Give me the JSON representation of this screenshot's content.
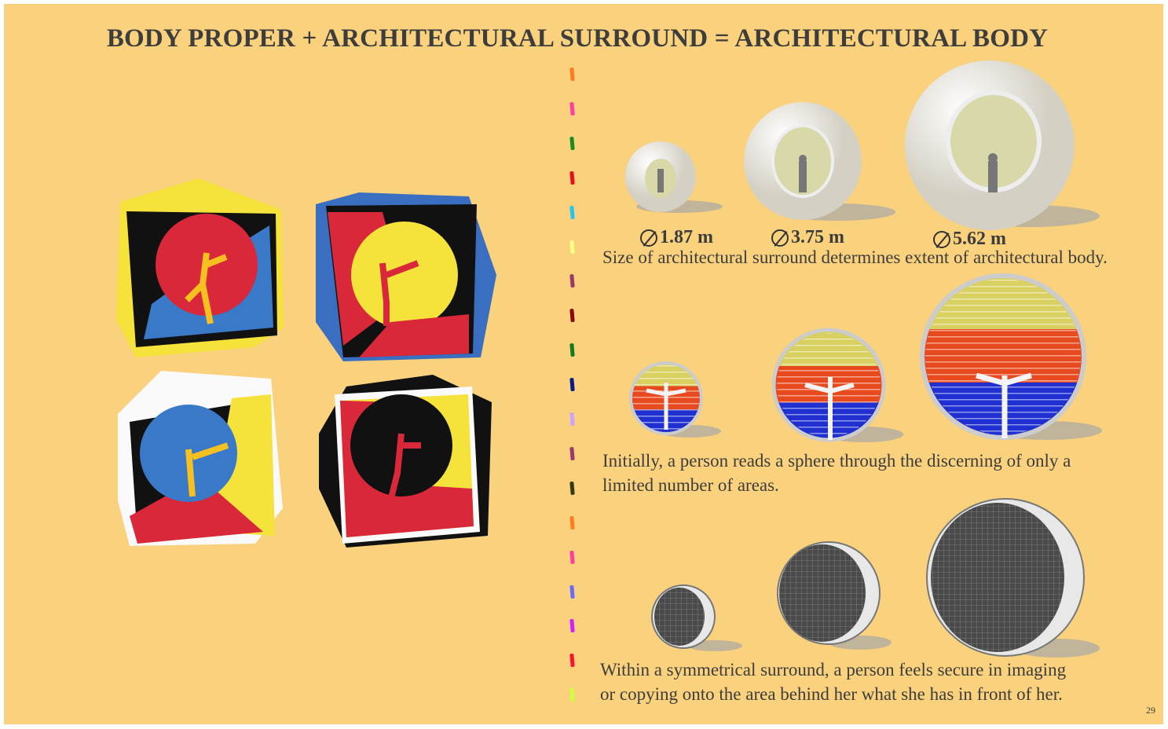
{
  "title": "BODY PROPER + ARCHITECTURAL SURROUND = ARCHITECTURAL BODY",
  "divider_colors": [
    "#ff7a22",
    "#ff3fa0",
    "#1f8a1f",
    "#e8101e",
    "#22c6f0",
    "#ffff88",
    "#9a3a6a",
    "#8a0a0a",
    "#167a20",
    "#0a1a8a",
    "#d0a0ff",
    "#9a3a6a",
    "#3a3a10",
    "#ff7a22",
    "#ff3fa0",
    "#6a6aff",
    "#d020ff",
    "#ff1030",
    "#d0ff40"
  ],
  "row1": {
    "diameters": [
      "1.87 m",
      "3.75 m",
      "5.62 m"
    ],
    "caption": "Size of architectural surround determines extent of architectural body."
  },
  "row2": {
    "caption_line1": "Initially, a person reads a sphere through the discerning of only a",
    "caption_line2": "limited number of areas."
  },
  "row3": {
    "caption_line1": "Within a symmetrical surround, a person feels secure in imaging",
    "caption_line2": "or copying onto the area behind her what she has in front of her."
  },
  "page_number": "29",
  "colors": {
    "background": "#fad17c",
    "text": "#3d3d3d"
  }
}
